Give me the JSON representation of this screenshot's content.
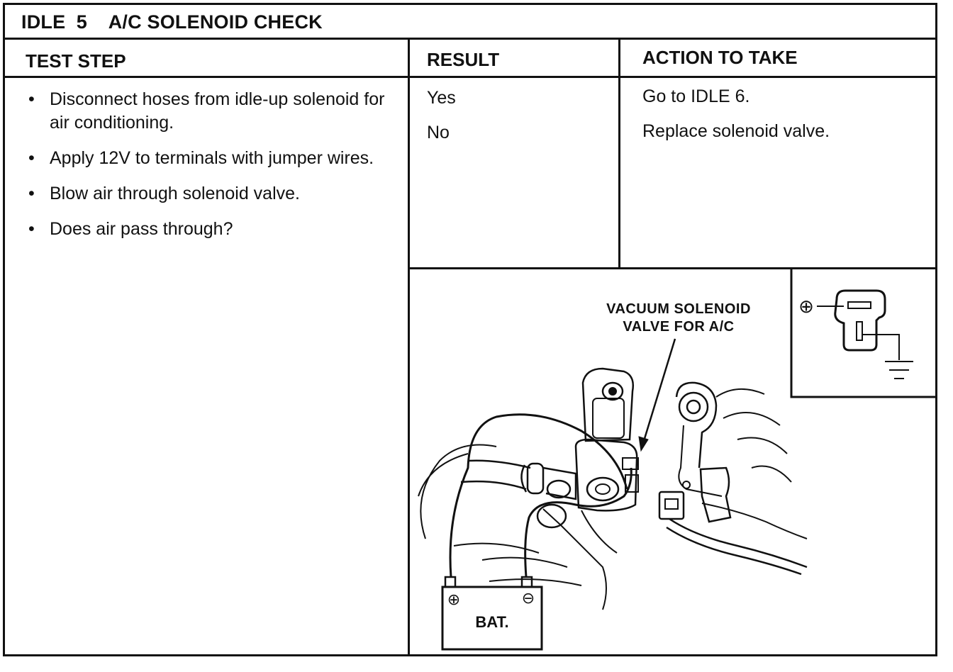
{
  "header": {
    "title": "IDLE  5    A/C SOLENOID CHECK"
  },
  "columns": {
    "test_step": "TEST STEP",
    "result": "RESULT",
    "action": "ACTION TO TAKE"
  },
  "test_steps": [
    "Disconnect hoses from idle-up solenoid for air conditioning.",
    "Apply 12V to terminals with jumper wires.",
    "Blow air through solenoid valve.",
    "Does air pass through?"
  ],
  "bullet_glyph": "•",
  "rows": [
    {
      "result": "Yes",
      "action": "Go to IDLE 6."
    },
    {
      "result": "No",
      "action": "Replace solenoid valve."
    }
  ],
  "illustration": {
    "callout_line1": "VACUUM SOLENOID",
    "callout_line2": "VALVE FOR A/C",
    "battery_label": "BAT.",
    "battery_plus": "⊕",
    "battery_minus": "⊖",
    "schematic_plus": "⊕"
  }
}
